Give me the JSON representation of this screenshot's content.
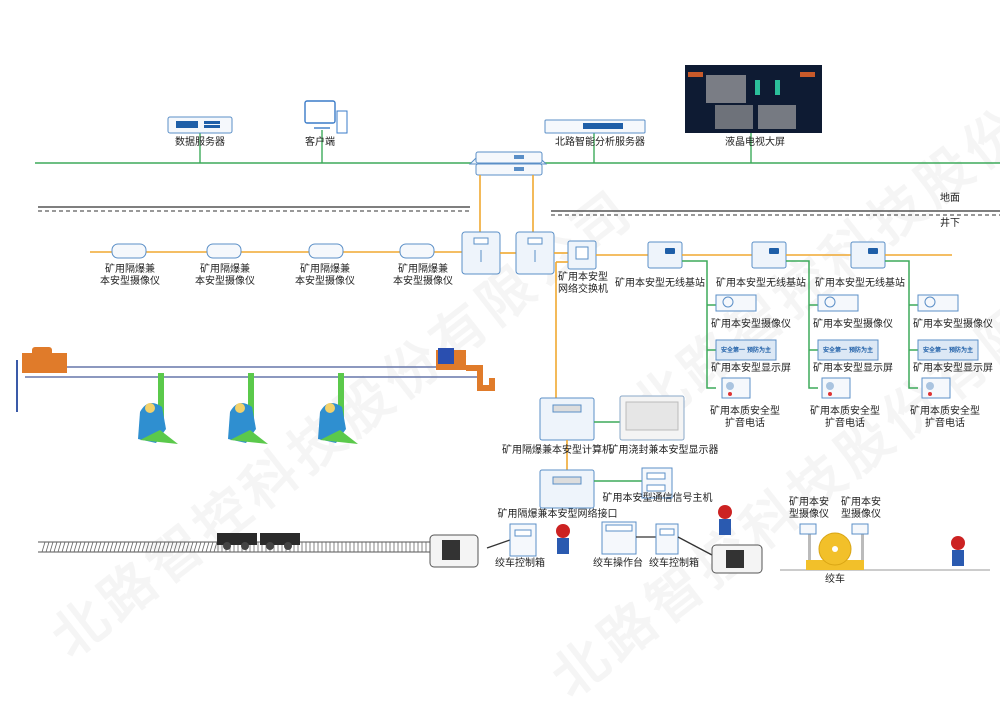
{
  "colors": {
    "ethernet_line": "#3daa5a",
    "fiber_line": "#f0a830",
    "device_outline": "#5b8fc7",
    "device_fill": "#eef4fb",
    "screen_dark": "#0e1b33",
    "accent_blue": "#1f5fa8"
  },
  "zones": {
    "surface": "地面",
    "underground": "井下"
  },
  "surface_devices": {
    "data_server": "数据服务器",
    "client": "客户端",
    "analysis_server": "北路智能分析服务器",
    "lcd_wall": "液晶电视大屏"
  },
  "cameras_left": [
    {
      "line1": "矿用隔爆兼",
      "line2": "本安型摄像仪"
    },
    {
      "line1": "矿用隔爆兼",
      "line2": "本安型摄像仪"
    },
    {
      "line1": "矿用隔爆兼",
      "line2": "本安型摄像仪"
    },
    {
      "line1": "矿用隔爆兼",
      "line2": "本安型摄像仪"
    }
  ],
  "network_switch": {
    "line1": "矿用本安型",
    "line2": "网络交换机"
  },
  "base_stations": [
    {
      "label": "矿用本安型无线基站"
    },
    {
      "label": "矿用本安型无线基站"
    },
    {
      "label": "矿用本安型无线基站"
    }
  ],
  "branches": [
    {
      "camera": "矿用本安型摄像仪",
      "display": "矿用本安型显示屏",
      "screen_text": "安全第一 预防为主",
      "phone_line1": "矿用本质安全型",
      "phone_line2": "扩音电话"
    },
    {
      "camera": "矿用本安型摄像仪",
      "display": "矿用本安型显示屏",
      "screen_text": "安全第一 预防为主",
      "phone_line1": "矿用本质安全型",
      "phone_line2": "扩音电话"
    },
    {
      "camera": "矿用本安型摄像仪",
      "display": "矿用本安型显示屏",
      "screen_text": "安全第一 预防为主",
      "phone_line1": "矿用本质安全型",
      "phone_line2": "扩音电话"
    }
  ],
  "control": {
    "computer": "矿用隔爆兼本安型计算机",
    "monitor": "矿用浇封兼本安型显示器",
    "network_interface": "矿用隔爆兼本安型网络接口",
    "comm_host": "矿用本安型通信信号主机"
  },
  "winch": {
    "control_box_left": "绞车控制箱",
    "operation_desk": "绞车操作台",
    "control_box_right": "绞车控制箱",
    "winch": "绞车",
    "winch_cam_1": {
      "line1": "矿用本安",
      "line2": "型摄像仪"
    },
    "winch_cam_2": {
      "line1": "矿用本安",
      "line2": "型摄像仪"
    }
  },
  "watermark": "北路智控科技股份有限公司"
}
